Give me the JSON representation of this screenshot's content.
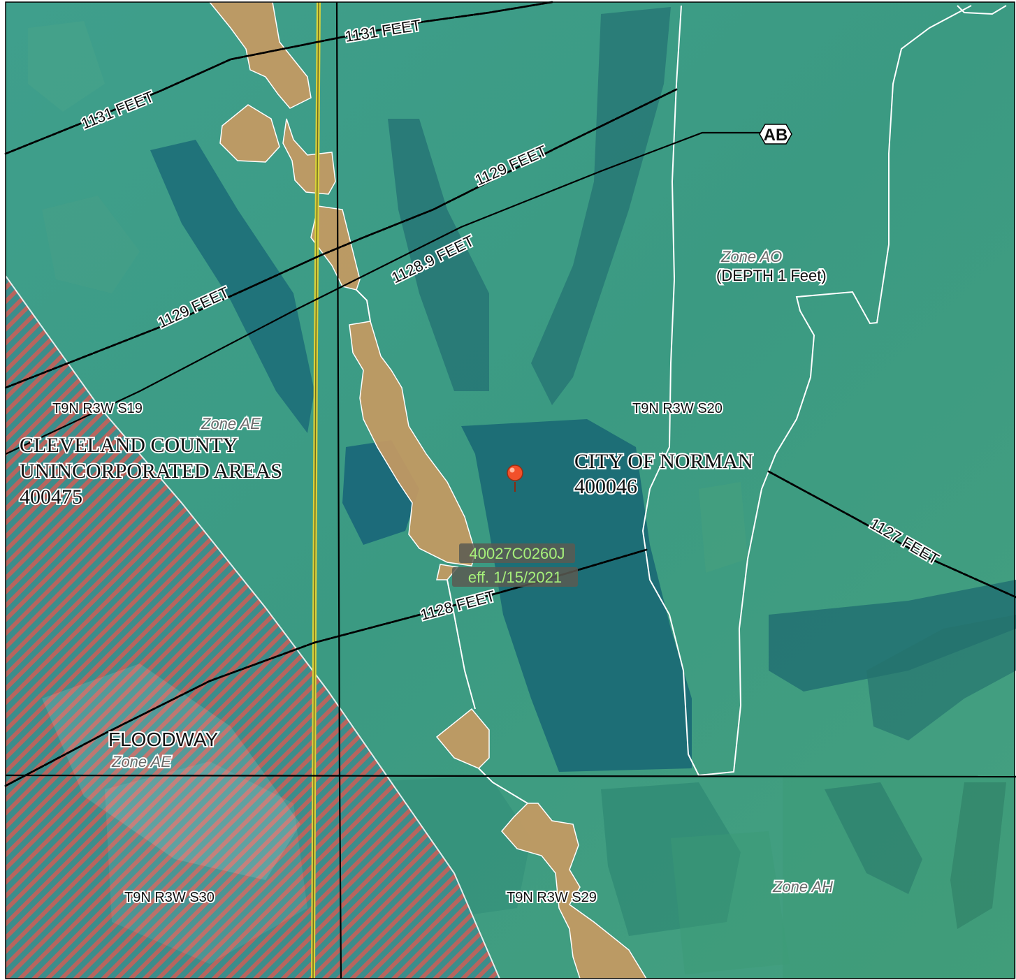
{
  "map": {
    "bfe_labels": {
      "bfe_1131_top": "1131 FEET",
      "bfe_1131_left": "1131 FEET",
      "bfe_1129_upper": "1129 FEET",
      "bfe_1128_9": "1128.9 FEET",
      "bfe_1129_lower": "1129 FEET",
      "bfe_1128": "1128 FEET",
      "bfe_1127": "1127 FEET"
    },
    "cross_section": "AB",
    "sections": {
      "s19": "T9N R3W S19",
      "s20": "T9N R3W S20",
      "s29": "T9N R3W S29",
      "s30": "T9N R3W S30"
    },
    "zones": {
      "zone_ae_upper": "Zone AE",
      "zone_ao": "Zone AO",
      "zone_ao_depth": "(DEPTH 1 Feet)",
      "zone_ae_floodway": "Zone AE",
      "zone_ah": "Zone AH"
    },
    "floodway_label": "FLOODWAY",
    "communities": {
      "cleveland_line1": "CLEVELAND COUNTY",
      "cleveland_line2": "UNINCORPORATED AREAS",
      "cleveland_id": "400475",
      "norman_name": "CITY OF NORMAN",
      "norman_id": "400046"
    },
    "panel": {
      "number": "40027C0260J",
      "effective": "eff. 1/15/2021"
    },
    "colors": {
      "floodway_hatch": "#e0584e",
      "shaded_zone_x": "#c69a62",
      "base_water_tint": "#2f8c8c",
      "panel_label_bg": "#5a5a52",
      "panel_label_text": "#a6f07a",
      "pin": "#f2502a"
    },
    "icons": {
      "location_pin": "location-pin-icon",
      "cross_section_marker": "cross-section-hexagon-icon"
    }
  }
}
